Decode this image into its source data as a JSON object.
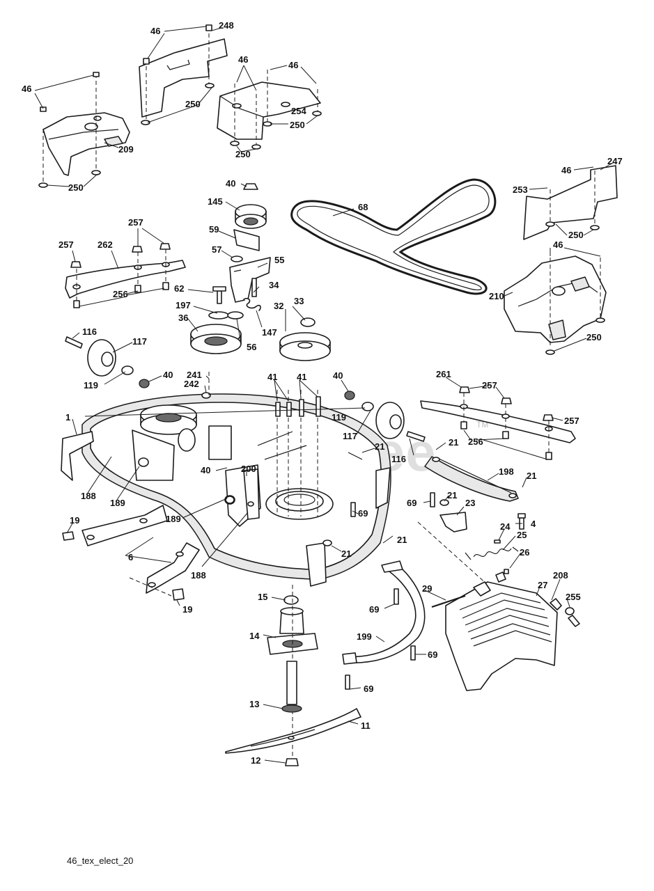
{
  "diagram": {
    "drawing_reference": "46_tex_elect_20",
    "watermark": "PartsTree",
    "watermark_mark": "TM",
    "part_numbers": [
      "1",
      "4",
      "6",
      "11",
      "12",
      "13",
      "14",
      "15",
      "19",
      "21",
      "23",
      "24",
      "25",
      "26",
      "27",
      "29",
      "32",
      "33",
      "34",
      "36",
      "40",
      "41",
      "46",
      "55",
      "56",
      "57",
      "59",
      "62",
      "68",
      "69",
      "116",
      "117",
      "119",
      "145",
      "147",
      "188",
      "189",
      "197",
      "198",
      "199",
      "200",
      "208",
      "209",
      "210",
      "241",
      "242",
      "247",
      "248",
      "250",
      "253",
      "254",
      "255",
      "256",
      "257",
      "261",
      "262"
    ],
    "callouts": [
      {
        "id": "c46a",
        "text": "46"
      },
      {
        "id": "c248",
        "text": "248"
      },
      {
        "id": "c46b",
        "text": "46"
      },
      {
        "id": "c250a",
        "text": "250"
      },
      {
        "id": "c209",
        "text": "209"
      },
      {
        "id": "c250b",
        "text": "250"
      },
      {
        "id": "c46c",
        "text": "46"
      },
      {
        "id": "c46d",
        "text": "46"
      },
      {
        "id": "c254",
        "text": "254"
      },
      {
        "id": "c250c",
        "text": "250"
      },
      {
        "id": "c250d",
        "text": "250"
      },
      {
        "id": "c40a",
        "text": "40"
      },
      {
        "id": "c145",
        "text": "145"
      },
      {
        "id": "c68",
        "text": "68"
      },
      {
        "id": "c46e",
        "text": "46"
      },
      {
        "id": "c247",
        "text": "247"
      },
      {
        "id": "c253",
        "text": "253"
      },
      {
        "id": "c250e",
        "text": "250"
      },
      {
        "id": "c46f",
        "text": "46"
      },
      {
        "id": "c257a",
        "text": "257"
      },
      {
        "id": "c257b",
        "text": "257"
      },
      {
        "id": "c262",
        "text": "262"
      },
      {
        "id": "c59",
        "text": "59"
      },
      {
        "id": "c57",
        "text": "57"
      },
      {
        "id": "c55",
        "text": "55"
      },
      {
        "id": "c62",
        "text": "62"
      },
      {
        "id": "c34",
        "text": "34"
      },
      {
        "id": "c256a",
        "text": "256"
      },
      {
        "id": "c197",
        "text": "197"
      },
      {
        "id": "c33",
        "text": "33"
      },
      {
        "id": "c32",
        "text": "32"
      },
      {
        "id": "c36",
        "text": "36"
      },
      {
        "id": "c147",
        "text": "147"
      },
      {
        "id": "c210",
        "text": "210"
      },
      {
        "id": "c250f",
        "text": "250"
      },
      {
        "id": "c116a",
        "text": "116"
      },
      {
        "id": "c117a",
        "text": "117"
      },
      {
        "id": "c56",
        "text": "56"
      },
      {
        "id": "c119a",
        "text": "119"
      },
      {
        "id": "c40b",
        "text": "40"
      },
      {
        "id": "c241",
        "text": "241"
      },
      {
        "id": "c242",
        "text": "242"
      },
      {
        "id": "c41a",
        "text": "41"
      },
      {
        "id": "c41b",
        "text": "41"
      },
      {
        "id": "c40c",
        "text": "40"
      },
      {
        "id": "c261",
        "text": "261"
      },
      {
        "id": "c257c",
        "text": "257"
      },
      {
        "id": "c1",
        "text": "1"
      },
      {
        "id": "c119b",
        "text": "119"
      },
      {
        "id": "c257d",
        "text": "257"
      },
      {
        "id": "c117b",
        "text": "117"
      },
      {
        "id": "c256b",
        "text": "256"
      },
      {
        "id": "c21a",
        "text": "21"
      },
      {
        "id": "c21b",
        "text": "21"
      },
      {
        "id": "c116b",
        "text": "116"
      },
      {
        "id": "c40d",
        "text": "40"
      },
      {
        "id": "c200",
        "text": "200"
      },
      {
        "id": "c198",
        "text": "198"
      },
      {
        "id": "c188a",
        "text": "188"
      },
      {
        "id": "c189a",
        "text": "189"
      },
      {
        "id": "c21c",
        "text": "21"
      },
      {
        "id": "c69a",
        "text": "69"
      },
      {
        "id": "c21d",
        "text": "21"
      },
      {
        "id": "c23",
        "text": "23"
      },
      {
        "id": "c189b",
        "text": "189"
      },
      {
        "id": "c69b",
        "text": "69"
      },
      {
        "id": "c4",
        "text": "4"
      },
      {
        "id": "c19a",
        "text": "19"
      },
      {
        "id": "c24",
        "text": "24"
      },
      {
        "id": "c21e",
        "text": "21"
      },
      {
        "id": "c25",
        "text": "25"
      },
      {
        "id": "c21f",
        "text": "21"
      },
      {
        "id": "c6",
        "text": "6"
      },
      {
        "id": "c26",
        "text": "26"
      },
      {
        "id": "c188b",
        "text": "188"
      },
      {
        "id": "c27",
        "text": "27"
      },
      {
        "id": "c208",
        "text": "208"
      },
      {
        "id": "c29",
        "text": "29"
      },
      {
        "id": "c15",
        "text": "15"
      },
      {
        "id": "c255",
        "text": "255"
      },
      {
        "id": "c69c",
        "text": "69"
      },
      {
        "id": "c19b",
        "text": "19"
      },
      {
        "id": "c14",
        "text": "14"
      },
      {
        "id": "c199",
        "text": "199"
      },
      {
        "id": "c69d",
        "text": "69"
      },
      {
        "id": "c69e",
        "text": "69"
      },
      {
        "id": "c13",
        "text": "13"
      },
      {
        "id": "c11",
        "text": "11"
      },
      {
        "id": "c12",
        "text": "12"
      }
    ]
  }
}
